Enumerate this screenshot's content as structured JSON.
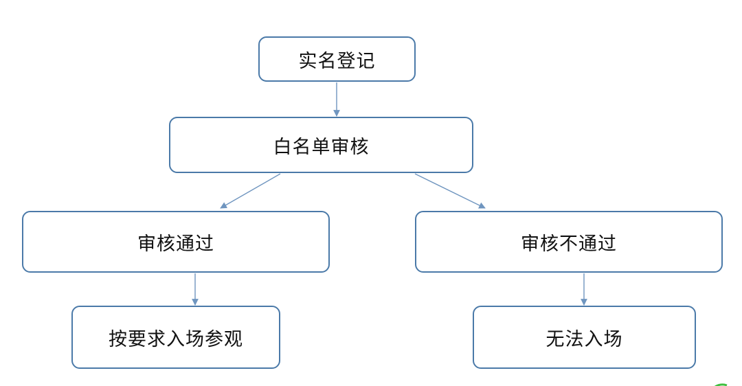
{
  "diagram": {
    "nodes": {
      "register": "实名登记",
      "review": "白名单审核",
      "pass": "审核通过",
      "fail": "审核不通过",
      "visit": "按要求入场参观",
      "deny": "无法入场"
    },
    "edges": [
      {
        "from": "register",
        "to": "review"
      },
      {
        "from": "review",
        "to": "pass"
      },
      {
        "from": "review",
        "to": "fail"
      },
      {
        "from": "pass",
        "to": "visit"
      },
      {
        "from": "fail",
        "to": "deny"
      }
    ],
    "colors": {
      "border": "#4a79a8",
      "arrow": "#6f95bf",
      "text": "#111111",
      "background": "#ffffff"
    }
  }
}
